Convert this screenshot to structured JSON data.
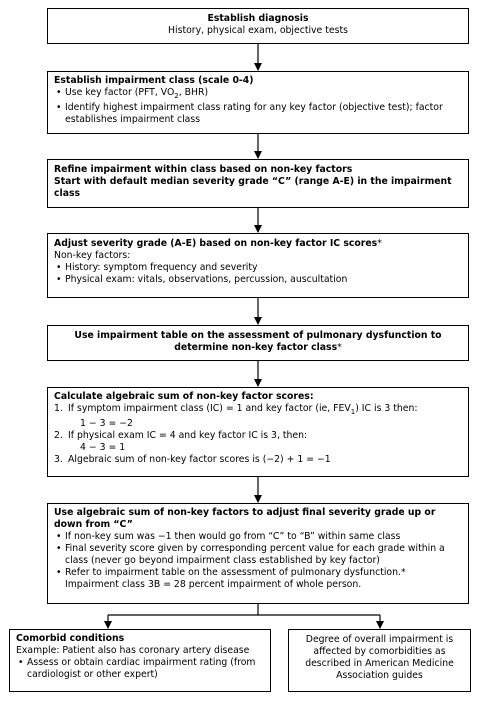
{
  "box1": {
    "title": "Establish diagnosis",
    "line": "History, physical exam, objective tests"
  },
  "box2": {
    "title": "Establish impairment class (scale 0-4)",
    "b1_pre": "Use key factor (PFT, VO",
    "b1_sub": "2",
    "b1_post": ", BHR)",
    "b2": "Identify highest impairment class rating for any key factor (objective test); factor establishes impairment class"
  },
  "box3": {
    "line1": "Refine impairment within class based on non-key factors",
    "line2": "Start with default median severity grade “C” (range A-E) in the impairment class"
  },
  "box4": {
    "title": "Adjust severity grade (A-E) based on non-key factor IC scores",
    "star": "*",
    "label": "Non-key factors:",
    "b1": "History: symptom frequency and severity",
    "b2": "Physical exam: vitals, observations, percussion, auscultation"
  },
  "box5": {
    "title": "Use impairment table on the assessment of pulmonary dysfunction to determine non-key factor class",
    "star": "*"
  },
  "box6": {
    "title": "Calculate algebraic sum of non-key factor scores:",
    "i1_num": "1.",
    "i1_pre": "If symptom impairment class (IC) = 1 and key factor (ie, FEV",
    "i1_sub": "1",
    "i1_post": ") IC is 3 then:",
    "i1_eq": "1 − 3 = −2",
    "i2_num": "2.",
    "i2": "If physical exam IC = 4 and key factor IC is 3, then:",
    "i2_eq": "4 − 3 = 1",
    "i3_num": "3.",
    "i3": "Algebraic sum of non-key factor scores is (−2) + 1 = −1"
  },
  "box7": {
    "title": "Use algebraic sum of non-key factors to adjust final severity grade up or down from “C”",
    "b1": "If non-key sum was −1 then would go from “C” to “B” within same class",
    "b2": "Final severity score given by corresponding percent value for each grade within a class (never go beyond impairment class established by key factor)",
    "b3": "Refer to impairment table on the assessment of pulmonary dysfunction.",
    "b3_star": "*",
    "b3_tail": "Impairment class 3B = 28 percent impairment of whole person."
  },
  "box8": {
    "title": "Comorbid conditions",
    "example": "Example: Patient also has coronary artery disease",
    "b1": "Assess or obtain cardiac impairment rating (from cardiologist or other expert)"
  },
  "box9": {
    "text": "Degree of overall impairment is affected by comorbidities as described in American Medicine Association guides"
  }
}
